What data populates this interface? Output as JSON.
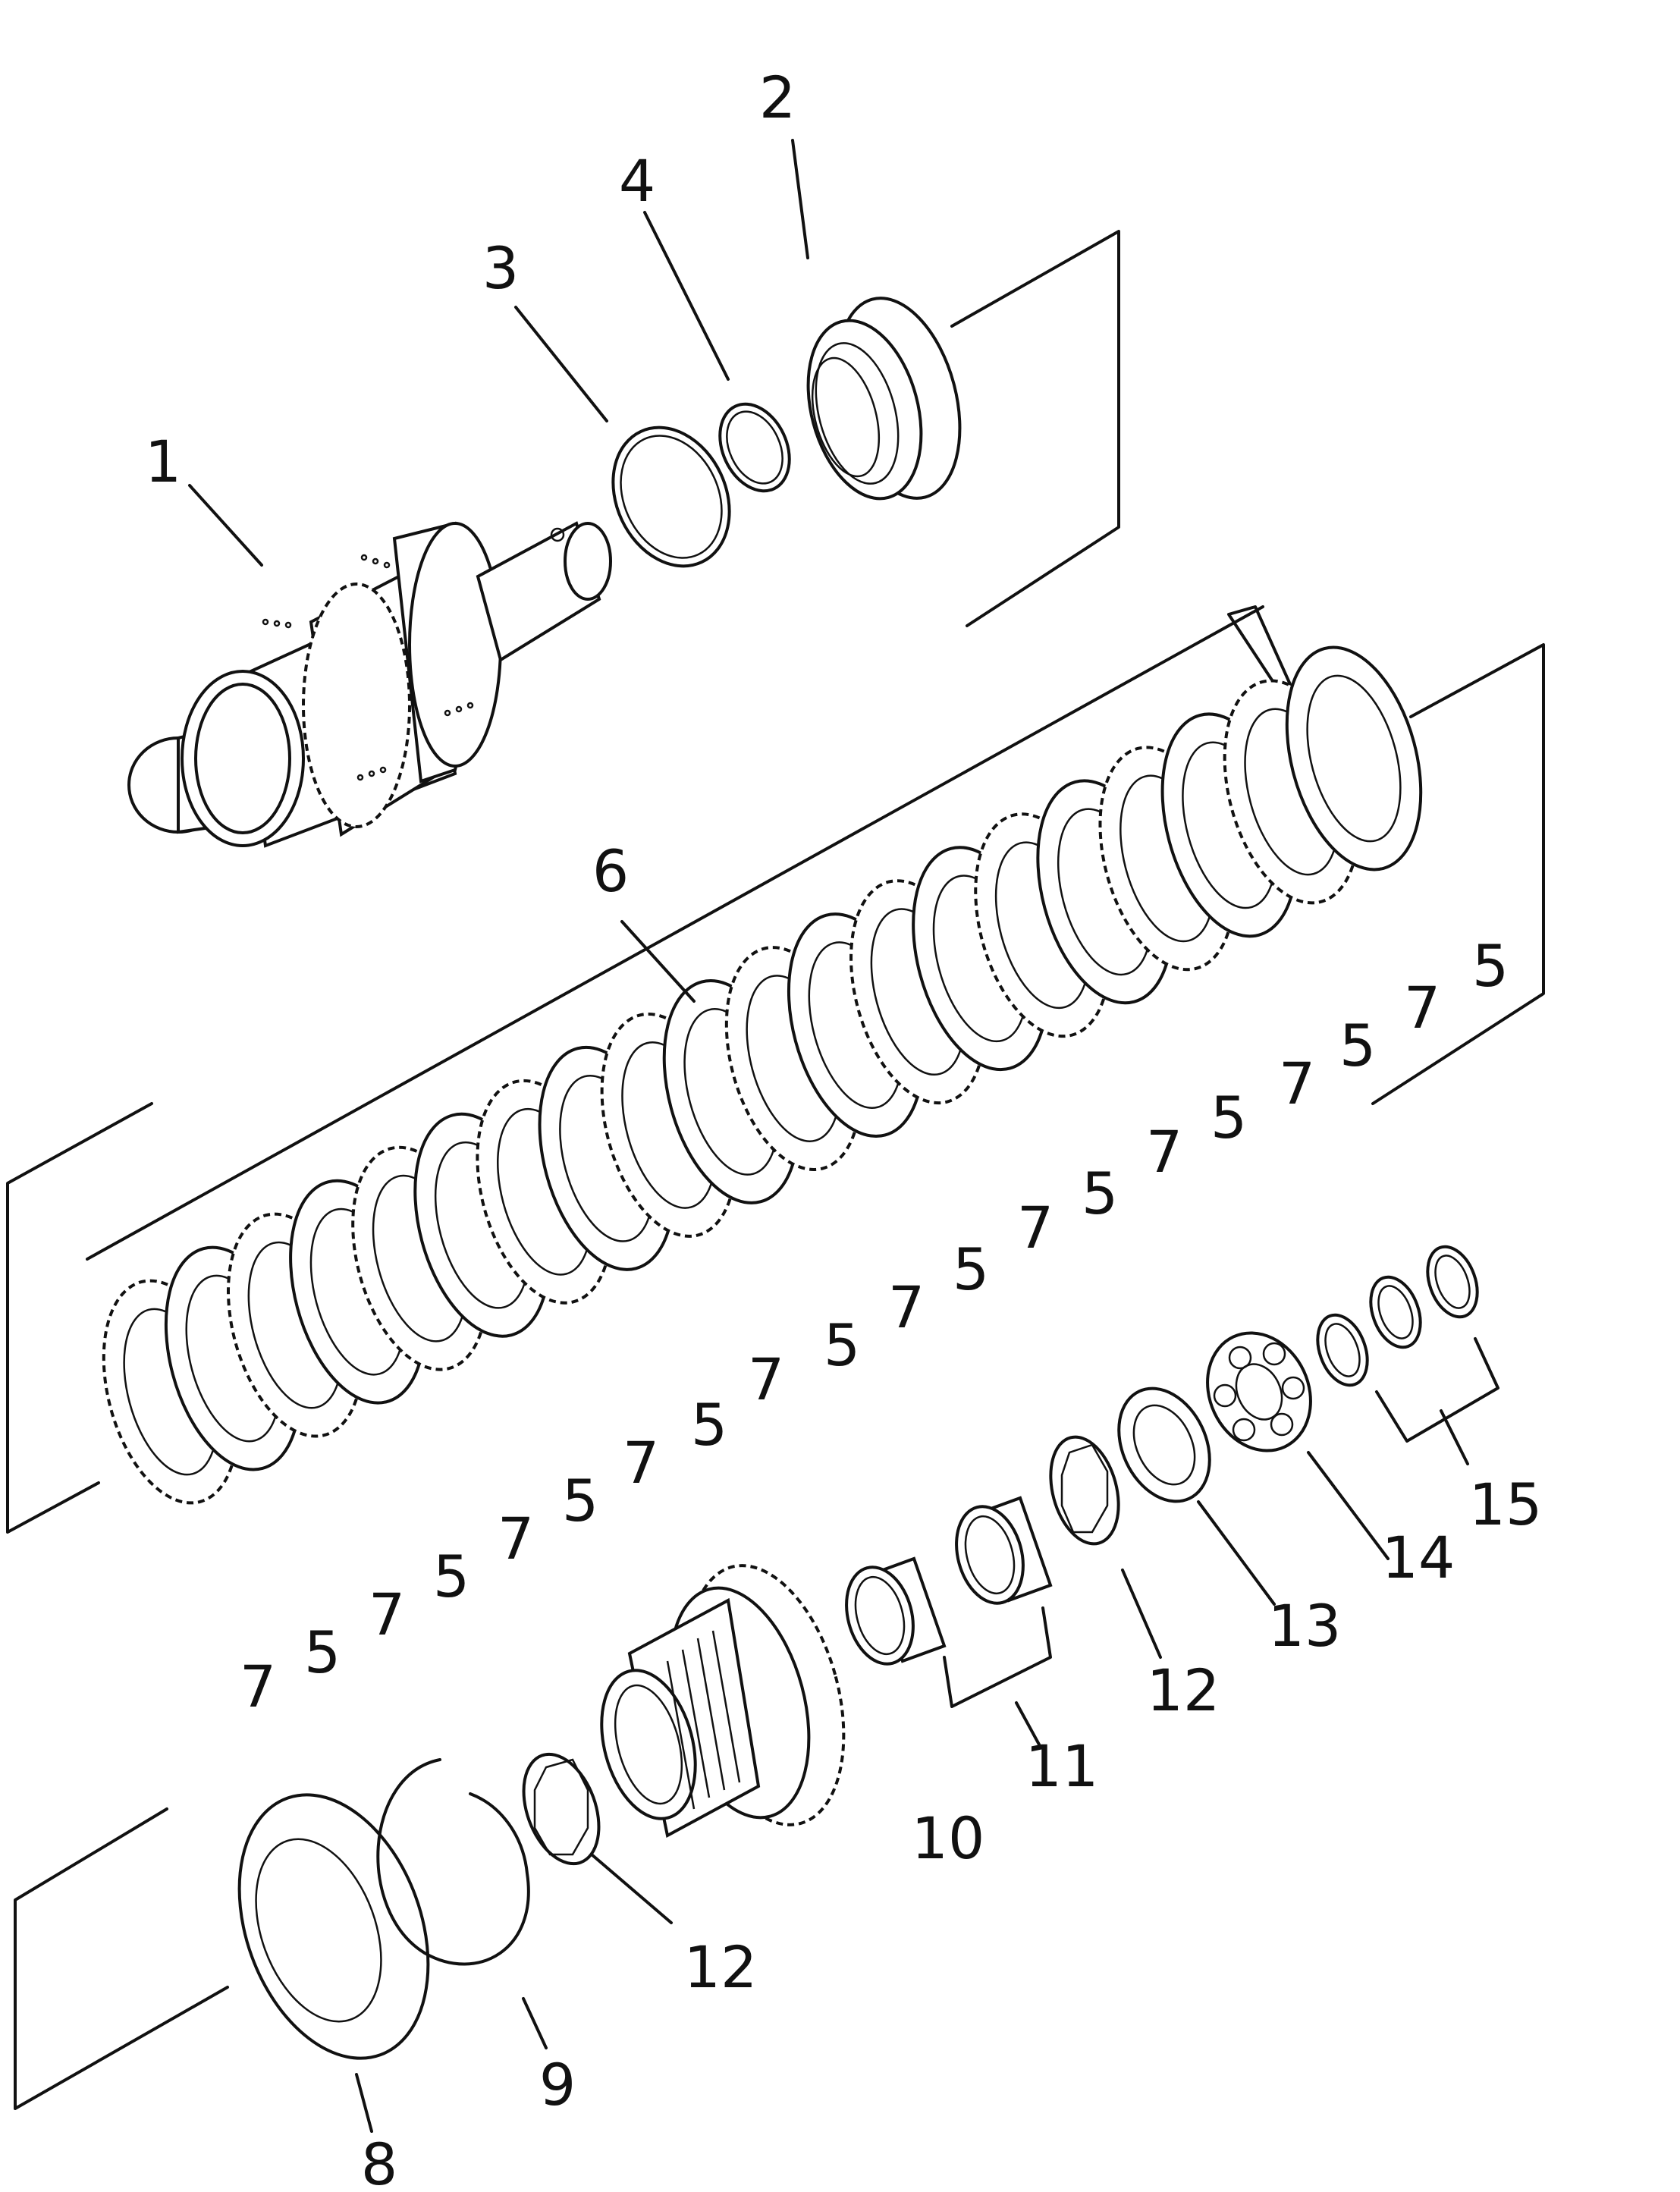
{
  "diagram": {
    "type": "exploded-parts-diagram",
    "callouts": [
      {
        "id": "c1",
        "text": "1"
      },
      {
        "id": "c2",
        "text": "2"
      },
      {
        "id": "c3",
        "text": "3"
      },
      {
        "id": "c4",
        "text": "4"
      },
      {
        "id": "c6",
        "text": "6"
      },
      {
        "id": "c5a",
        "text": "5"
      },
      {
        "id": "c7a",
        "text": "7"
      },
      {
        "id": "c5b",
        "text": "5"
      },
      {
        "id": "c7b",
        "text": "7"
      },
      {
        "id": "c5c",
        "text": "5"
      },
      {
        "id": "c7c",
        "text": "7"
      },
      {
        "id": "c5d",
        "text": "5"
      },
      {
        "id": "c7d",
        "text": "7"
      },
      {
        "id": "c5e",
        "text": "5"
      },
      {
        "id": "c7e",
        "text": "7"
      },
      {
        "id": "c5f",
        "text": "5"
      },
      {
        "id": "c7f",
        "text": "7"
      },
      {
        "id": "c5g",
        "text": "5"
      },
      {
        "id": "c7g",
        "text": "7"
      },
      {
        "id": "c5h",
        "text": "5"
      },
      {
        "id": "c7h",
        "text": "7"
      },
      {
        "id": "c5i",
        "text": "5"
      },
      {
        "id": "c7i",
        "text": "7"
      },
      {
        "id": "c5j",
        "text": "5"
      },
      {
        "id": "c7j",
        "text": "7"
      },
      {
        "id": "c8",
        "text": "8"
      },
      {
        "id": "c9",
        "text": "9"
      },
      {
        "id": "c10",
        "text": "10"
      },
      {
        "id": "c11",
        "text": "11"
      },
      {
        "id": "c12a",
        "text": "12"
      },
      {
        "id": "c12b",
        "text": "12"
      },
      {
        "id": "c13",
        "text": "13"
      },
      {
        "id": "c14",
        "text": "14"
      },
      {
        "id": "c15",
        "text": "15"
      }
    ]
  }
}
